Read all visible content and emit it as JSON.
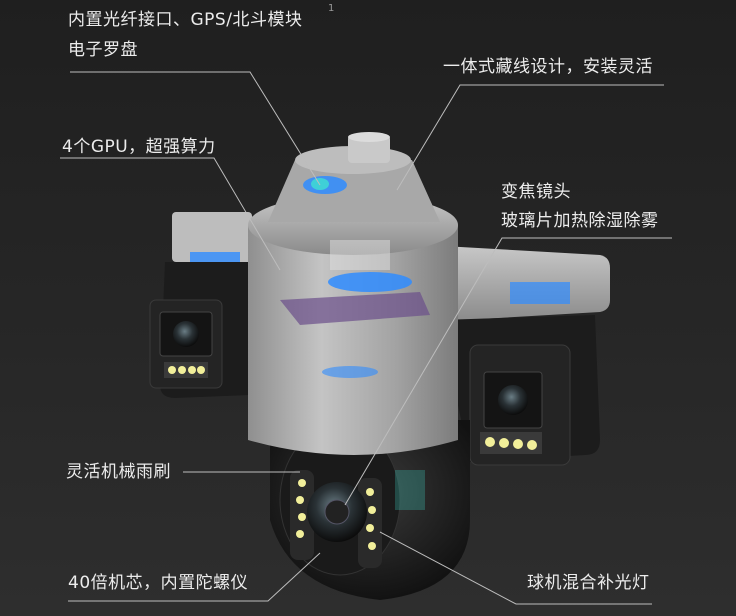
{
  "callouts": [
    {
      "id": "fiber",
      "lines": [
        "内置光纤接口、GPS/北斗模块",
        "电子罗盘"
      ],
      "superscript": "1"
    },
    {
      "id": "hidden-wiring",
      "lines": [
        "一体式藏线设计，安装灵活"
      ]
    },
    {
      "id": "gpu",
      "lines": [
        "4个GPU，超强算力"
      ]
    },
    {
      "id": "zoom-lens",
      "lines": [
        "变焦镜头",
        "玻璃片加热除湿除雾"
      ]
    },
    {
      "id": "wiper",
      "lines": [
        "灵活机械雨刷"
      ]
    },
    {
      "id": "core",
      "lines": [
        "40倍机芯，内置陀螺仪"
      ]
    },
    {
      "id": "fill-light",
      "lines": [
        "球机混合补光灯"
      ]
    }
  ],
  "colors": {
    "background_top": "#1f1f1f",
    "background_bottom": "#2e2e2e",
    "label_text": "#ececec",
    "leader_line": "#bdbdbd",
    "housing_silver": "#a9a9a9",
    "housing_dark": "#1c1c1c",
    "accent_blue": "#2f8cff",
    "accent_cyan": "#3fe0d0",
    "led_yellow": "#f2ef9a"
  }
}
